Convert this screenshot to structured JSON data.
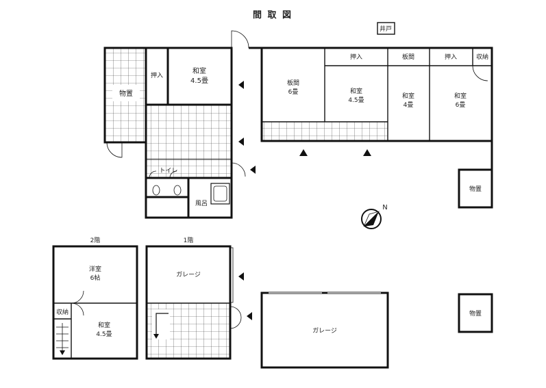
{
  "title": "間 取 図",
  "well": "井戸",
  "main_house": {
    "rooms": {
      "storage_left": "物置",
      "oshiire_1": "押入",
      "washitsu_1_name": "和室",
      "washitsu_1_size": "4.5畳",
      "toilet": "トイレ",
      "bath": "風呂",
      "itama_1_name": "板間",
      "itama_1_size": "6畳",
      "oshiire_2": "押入",
      "washitsu_2_name": "和室",
      "washitsu_2_size": "4.5畳",
      "itama_2": "板間",
      "washitsu_3_name": "和室",
      "washitsu_3_size": "4畳",
      "oshiire_3": "押入",
      "closet_1": "収納",
      "washitsu_4_name": "和室",
      "washitsu_4_size": "6畳",
      "storage_right": "物置"
    }
  },
  "second_floor": {
    "floor_label": "2階",
    "yoshitsu_name": "洋室",
    "yoshitsu_size": "6帖",
    "closet": "収納",
    "washitsu_name": "和室",
    "washitsu_size": "4.5畳"
  },
  "first_floor": {
    "floor_label": "1階",
    "garage": "ガレージ"
  },
  "garage_large": "ガレージ",
  "storage_bottom_right": "物置",
  "compass_letter": "N"
}
